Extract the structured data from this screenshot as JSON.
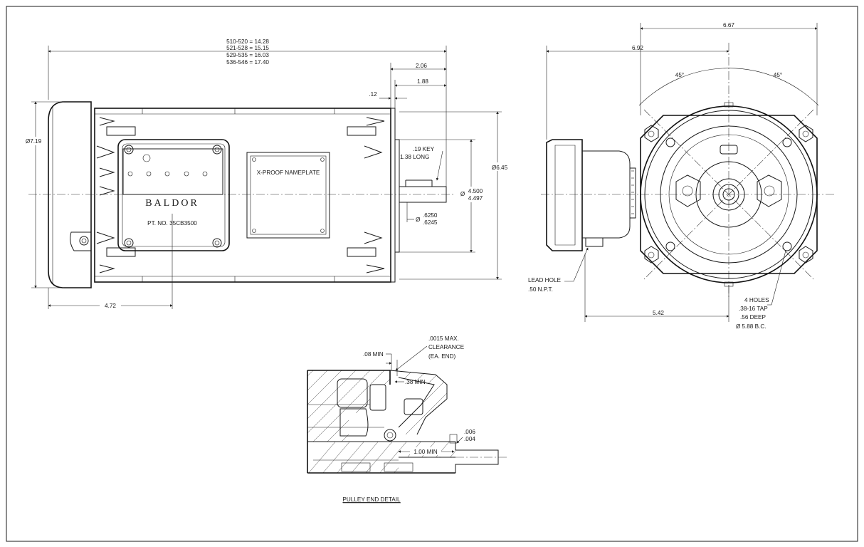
{
  "side_view": {
    "overall_lengths": [
      "510-520 = 14.28",
      "521-528 = 15.15",
      "529-535 = 16.03",
      "536-546 = 17.40"
    ],
    "dia_end_cap": "7.19",
    "dia_frame": "6.45",
    "shaft_ext_1": "2.06",
    "shaft_ext_2": "1.88",
    "shoulder": ".12",
    "key_label_1": ".19 KEY",
    "key_label_2": "1.38 LONG",
    "pilot_dia_1": "4.500",
    "pilot_dia_2": "4.497",
    "shaft_dia_1": ".6250",
    "shaft_dia_2": ".6245",
    "mount_dist": "4.72",
    "brand": "BALDOR",
    "part_number": "PT. NO. 35CB3500",
    "nameplate": "X-PROOF NAMEPLATE"
  },
  "end_view": {
    "width": "6.67",
    "height_from_cl": "6.92",
    "angle_left": "45°",
    "angle_right": "45°",
    "lead_hole_1": "LEAD HOLE",
    "lead_hole_2": ".50 N.P.T.",
    "box_dist": "5.42",
    "holes_1": "4 HOLES",
    "holes_2": ".38-16 TAP",
    "holes_3": ".56 DEEP",
    "holes_4": "5.88 B.C."
  },
  "detail": {
    "clearance_1": ".0015 MAX.",
    "clearance_2": "CLEARANCE",
    "clearance_3": "(EA. END)",
    "min_08": ".08 MIN",
    "min_38": ".38 MIN",
    "gap_1": ".006",
    "gap_2": ".004",
    "min_100": "1.00 MIN",
    "title": "PULLEY END DETAIL"
  },
  "symbols": {
    "diameter": "Ø"
  }
}
